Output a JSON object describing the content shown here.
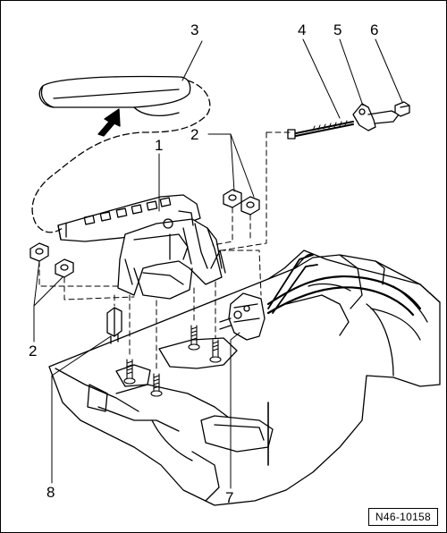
{
  "figure": {
    "reference_code": "N46-10158"
  },
  "callouts": [
    {
      "id": "c1",
      "label": "1"
    },
    {
      "id": "c2a",
      "label": "2"
    },
    {
      "id": "c2b",
      "label": "2"
    },
    {
      "id": "c3",
      "label": "3"
    },
    {
      "id": "c4",
      "label": "4"
    },
    {
      "id": "c5",
      "label": "5"
    },
    {
      "id": "c6",
      "label": "6"
    },
    {
      "id": "c7",
      "label": "7"
    },
    {
      "id": "c8",
      "label": "8"
    }
  ]
}
